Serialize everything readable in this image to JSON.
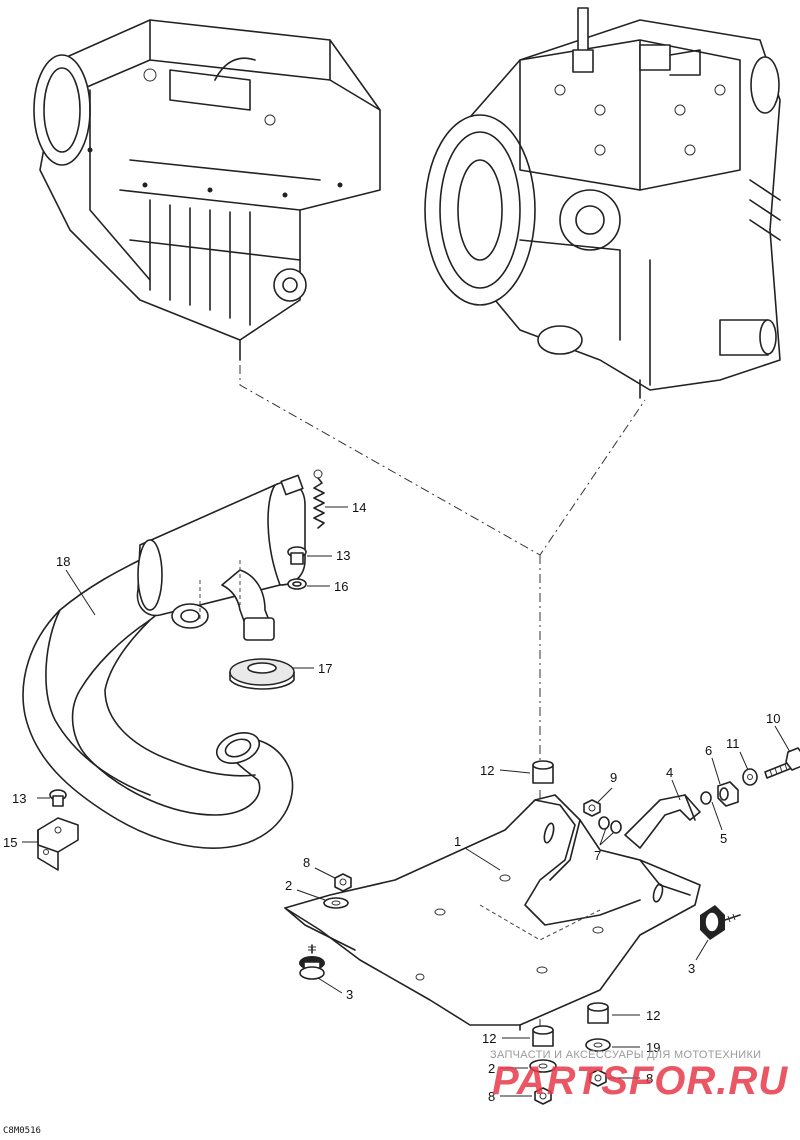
{
  "diagram_code": "C8M0516",
  "callouts": {
    "c1": "1",
    "c2a": "2",
    "c2b": "2",
    "c3a": "3",
    "c3b": "3",
    "c4": "4",
    "c5": "5",
    "c6": "6",
    "c7": "7",
    "c8a": "8",
    "c8b": "8",
    "c8c": "8",
    "c9": "9",
    "c10": "10",
    "c11": "11",
    "c12a": "12",
    "c12b": "12",
    "c12c": "12",
    "c13a": "13",
    "c13b": "13",
    "c14": "14",
    "c15": "15",
    "c16": "16",
    "c17": "17",
    "c18": "18",
    "c19": "19"
  },
  "watermark": {
    "tagline": "ЗАПЧАСТИ И АКСЕССУАРЫ ДЛЯ МОТОТЕХНИКИ",
    "logo": "PARTSFOR.RU",
    "color": "#e8394a"
  }
}
